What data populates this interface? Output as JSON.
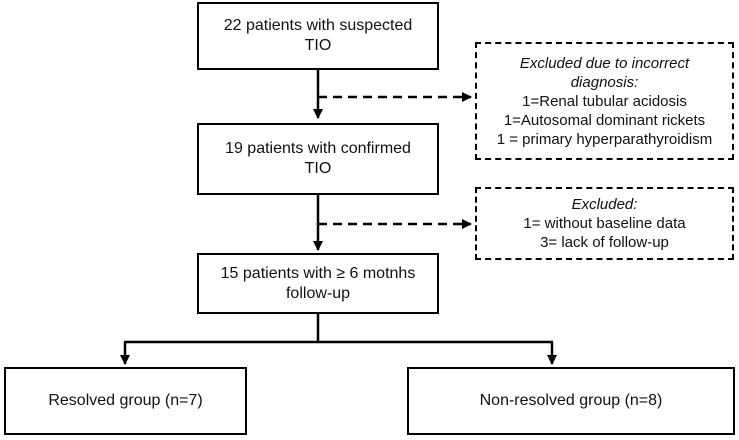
{
  "flow": {
    "box1": [
      "22 patients with suspected",
      "TIO"
    ],
    "box2": [
      "19 patients with confirmed",
      "TIO"
    ],
    "box3": [
      "15 patients with ≥ 6 motnhs",
      "follow-up"
    ],
    "resolved": "Resolved group (n=7)",
    "nonresolved": "Non-resolved group (n=8)"
  },
  "exclusions": {
    "first": {
      "title": [
        "Excluded due to incorrect",
        "diagnosis:"
      ],
      "items": [
        "1=Renal tubular acidosis",
        "1=Autosomal dominant rickets",
        "1 = primary hyperparathyroidism"
      ]
    },
    "second": {
      "title": [
        "Excluded:"
      ],
      "items": [
        "1= without baseline data",
        "3= lack of follow-up"
      ]
    }
  }
}
